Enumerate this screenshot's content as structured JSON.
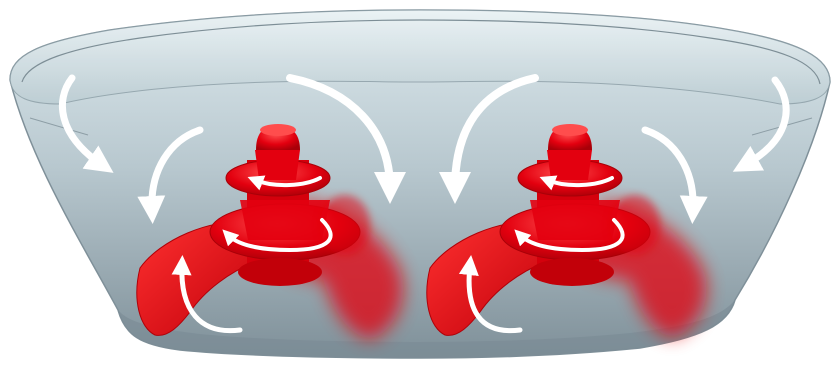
{
  "diagram": {
    "subject": "bowl-with-two-mixing-tools",
    "colors": {
      "bowl_top": "#d9e6ea",
      "bowl_bottom": "#8a9aa3",
      "bowl_rim": "#c9dadf",
      "bowl_outline": "#7d8e96",
      "tool_red": "#e3000f",
      "tool_red_dark": "#b80009",
      "tool_red_light": "#ff4d4d",
      "arrow": "#ffffff"
    },
    "tools": [
      {
        "id": "left",
        "rotation": "counter-clockwise"
      },
      {
        "id": "right",
        "rotation": "counter-clockwise"
      }
    ],
    "flow_arrows": [
      {
        "id": "outer-left",
        "direction": "down"
      },
      {
        "id": "inner-left",
        "direction": "down"
      },
      {
        "id": "center-left",
        "direction": "down"
      },
      {
        "id": "center-right",
        "direction": "down"
      },
      {
        "id": "inner-right",
        "direction": "down"
      },
      {
        "id": "outer-right",
        "direction": "down"
      },
      {
        "id": "bottom-left",
        "direction": "up"
      },
      {
        "id": "bottom-right",
        "direction": "up"
      }
    ]
  }
}
